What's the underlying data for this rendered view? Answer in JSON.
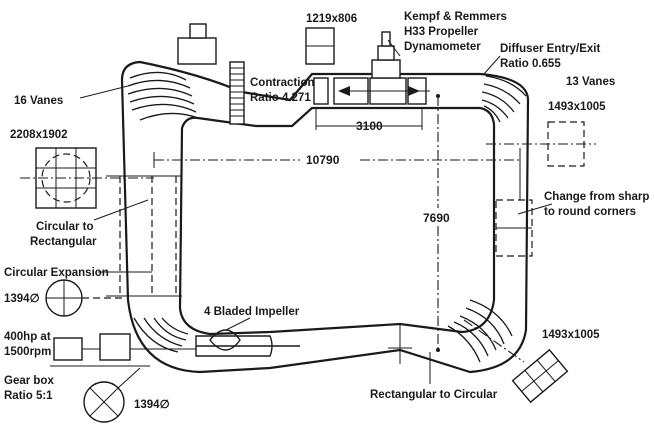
{
  "labels": {
    "size_1219": "1219x806",
    "kempf_line1": "Kempf & Remmers",
    "kempf_line2": "H33 Propeller",
    "kempf_line3": "Dynamometer",
    "diffuser_line1": "Diffuser Entry/Exit",
    "diffuser_line2": "Ratio 0.655",
    "vanes13": "13 Vanes",
    "vanes16": "16 Vanes",
    "contraction_line1": "Contraction",
    "contraction_line2": "Ratio 4.271",
    "size_1493_top": "1493x1005",
    "size_2208": "2208x1902",
    "dim_3100": "3100",
    "dim_10790": "10790",
    "dim_7690": "7690",
    "circ_rect_line1": "Circular to",
    "circ_rect_line2": "Rectangular",
    "change_line1": "Change from sharp",
    "change_line2": "to round corners",
    "circ_expansion": "Circular Expansion",
    "size_1394_a": "1394∅",
    "impeller": "4 Bladed Impeller",
    "size_1493_bottom": "1493x1005",
    "hp_line1": "400hp at",
    "hp_line2": "1500rpm",
    "gearbox_line1": "Gear box",
    "gearbox_line2": "Ratio 5:1",
    "size_1394_b": "1394∅",
    "rect_circ": "Rectangular to Circular"
  }
}
